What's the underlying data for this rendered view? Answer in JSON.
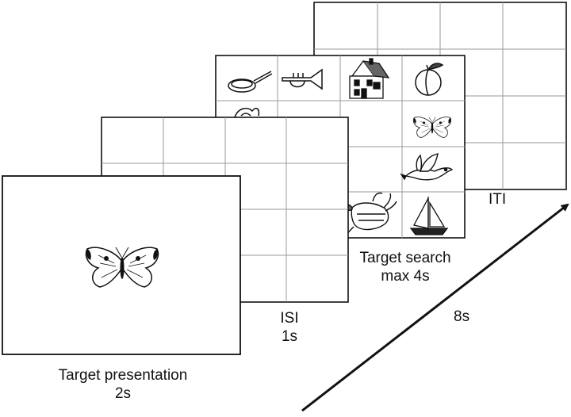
{
  "screens": {
    "iti": {
      "label": "ITI"
    },
    "search": {
      "label_line1": "Target search",
      "label_line2": "max 4s"
    },
    "isi": {
      "label_line1": "ISI",
      "label_line2": "1s"
    },
    "target": {
      "label_line1": "Target presentation",
      "label_line2": "2s"
    }
  },
  "arrow": {
    "label": "8s"
  },
  "search_items": [
    "frying-pan",
    "trumpet",
    "house",
    "peach",
    "butterfly",
    "bird",
    "lobster",
    "sailboat",
    "partial-object"
  ]
}
